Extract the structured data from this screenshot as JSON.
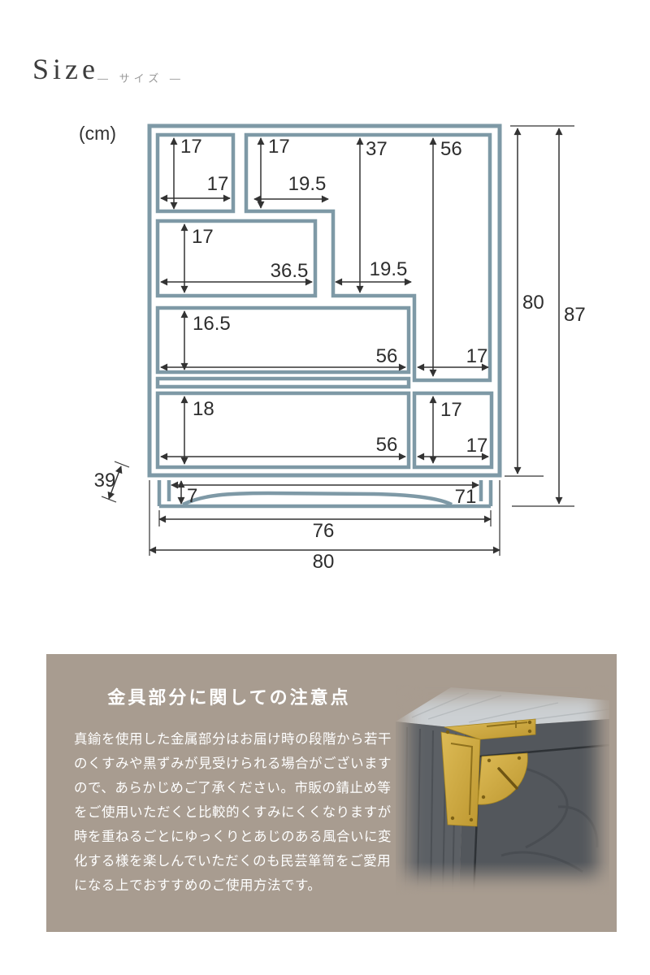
{
  "header": {
    "title": "Size",
    "subtitle": "— サイズ —"
  },
  "diagram": {
    "unit": "(cm)",
    "dims": {
      "top_left_door_h": "17",
      "top_left_door_w": "17",
      "open_shelf_h": "17",
      "open_shelf_w": "19.5",
      "middle_column_h": "37",
      "right_column_h": "56",
      "small_drawer_h": "17",
      "small_drawer_w": "36.5",
      "middle_column_w": "19.5",
      "drawer2_h": "16.5",
      "drawer2_w": "56",
      "right_column_w": "17",
      "drawer3_h": "18",
      "drawer3_w": "56",
      "right_box_h": "17",
      "right_box_w": "17",
      "body_height": "80",
      "total_height": "87",
      "depth": "39",
      "base_height": "7",
      "base_inner_width": "71",
      "base_width": "76",
      "total_width": "80"
    }
  },
  "notice": {
    "title": "金具部分に関しての注意点",
    "body": "真鍮を使用した金属部分はお届け時の段階から若干\nのくすみや黒ずみが見受けられる場合がございます\nので、あらかじめご了承ください。市販の錆止め等\nをご使用いただくと比較的くすみにくくなりますが\n時を重ねるごとにゆっくりとあじのある風合いに変\n化する様を楽しんでいただくのも民芸箪笥をご愛用\nになる上でおすすめのご使用方法です。"
  }
}
